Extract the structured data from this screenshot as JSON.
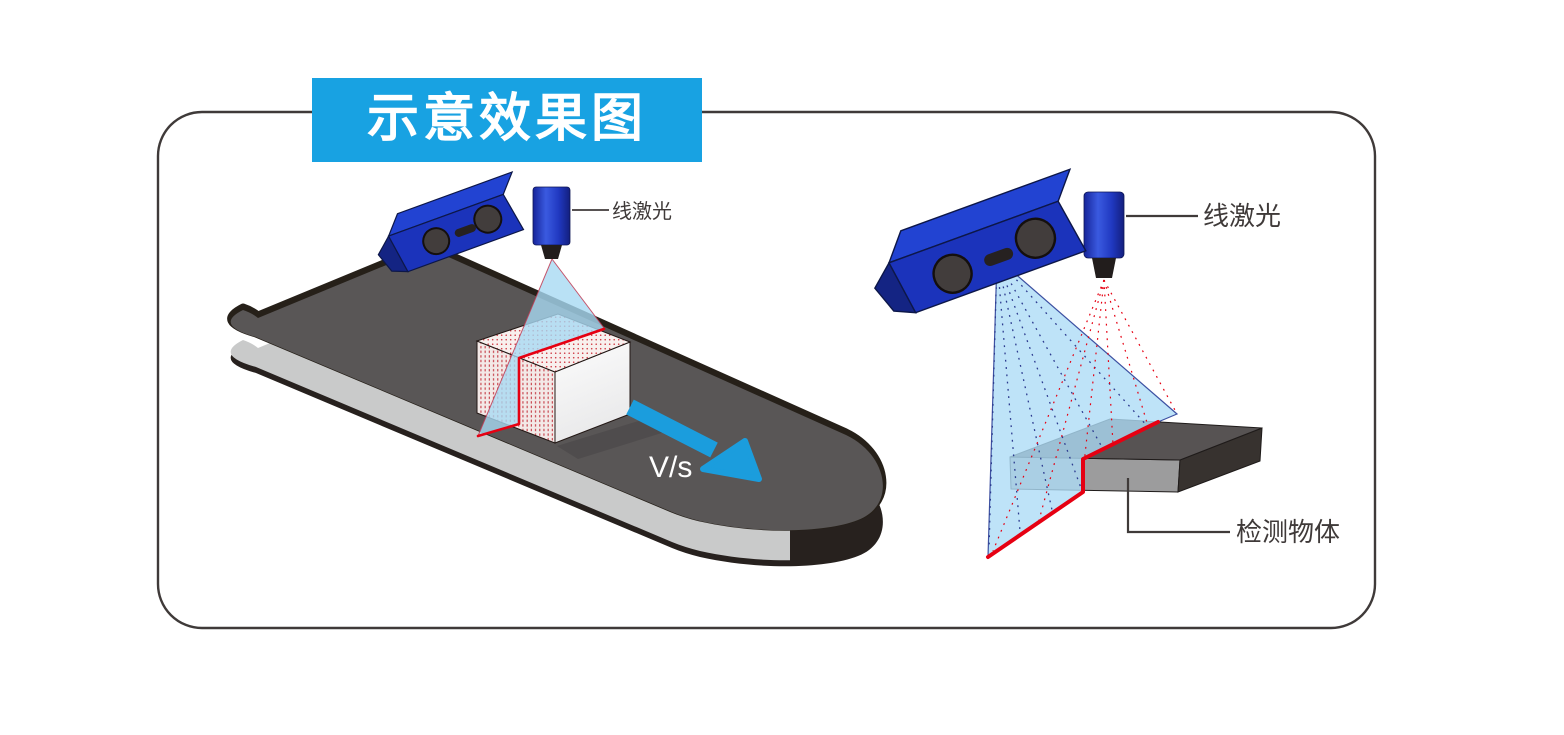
{
  "banner": {
    "title": "示意效果图",
    "background": "#18a2e2",
    "text_color": "#ffffff"
  },
  "left_scene": {
    "laser_label": "线激光",
    "speed_label": "V/s",
    "description": "box on moving conveyor scanned by line laser and stereo camera"
  },
  "right_scene": {
    "laser_label": "线激光",
    "object_label": "检测物体",
    "description": "flat object scanned by line laser within camera field of view"
  },
  "colors": {
    "banner_blue": "#18a2e2",
    "device_blue": "#1b33bb",
    "device_blue_top": "#2243d2",
    "beam_light_blue": "#a7daf3",
    "laser_line_red": "#e60012",
    "belt_gray": "#595656",
    "belt_side_gray": "#c9caca",
    "belt_dark": "#27211e",
    "arrow_blue": "#1b9ddd",
    "frame_stroke": "#3f3a39"
  }
}
